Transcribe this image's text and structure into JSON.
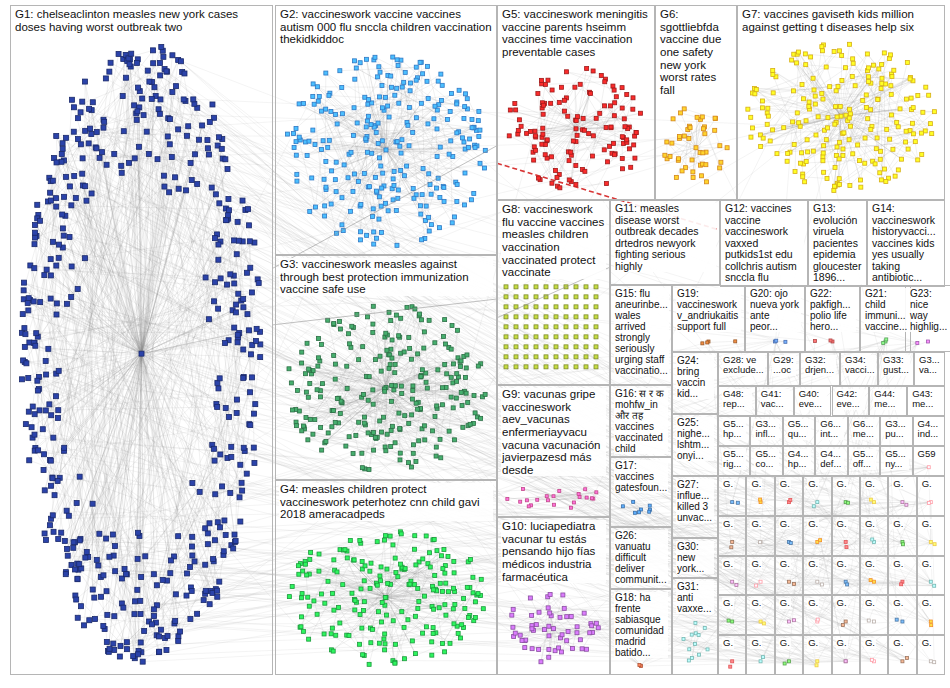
{
  "diagram": {
    "nodes": [
      {
        "text": [
          "G1: chelseaclinton measles new york cases doses having worst outbreak two"
        ]
      },
      {
        "text": [
          "G2: vaccineswork vaccine vaccines autism 000 flu snccla children vaccination thekidkiddoc"
        ]
      },
      {
        "text": [
          "G5: vaccineswork meningitis vaccine parents hseimm vaccines time vaccination preventable cases"
        ]
      },
      {
        "text": [
          "G6: sgottliebfda vaccine due one safety new york worst rates fall"
        ]
      },
      {
        "text": [
          "G7: vaccines gaviseth kids million against getting t diseases help six"
        ]
      },
      {
        "text": [
          "G3: vaccineswork measles against through best protection immunization vaccine safe use"
        ]
      },
      {
        "text": [
          "G8: vaccineswork flu vaccine vaccines measles children vaccination vaccinated protect vaccinate"
        ]
      },
      {
        "text": [
          "G11: measles disease worst outbreak decades drtedros newyork fighting serious highly"
        ]
      },
      {
        "text": [
          "G12: vaccines vaccine vaccineswork vaxxed putkids1st edu collchris autism snccla flu"
        ]
      },
      {
        "text": [
          "G13: evolución viruela pacientes epidemia gloucester 1896..."
        ]
      },
      {
        "text": [
          "G14: vaccineswork historyvacci... vaccines kids yes usually taking antibiotic..."
        ]
      },
      {
        "text": [
          "G15: flu aneurinbe... wales arrived strongly seriously urging staff vaccinatio..."
        ]
      },
      {
        "text": [
          "G19: vaccineswork v_andriukaitis support full"
        ]
      },
      {
        "text": [
          "G20: ojo nueva york ante peor..."
        ]
      },
      {
        "text": [
          "G22: pakfigh... polio life hero..."
        ]
      },
      {
        "text": [
          "G21: child immuni... vaccine..."
        ]
      },
      {
        "text": [
          "G23: nice way highlig..."
        ]
      },
      {
        "text": [
          "G24: bring vaccin kid..."
        ]
      },
      {
        "text": [
          "G28: ve exclude..."
        ]
      },
      {
        "text": [
          "G29: ...oc"
        ]
      },
      {
        "text": [
          "G32: drjen..."
        ]
      },
      {
        "text": [
          "G34: vacci..."
        ]
      },
      {
        "text": [
          "G33: gust..."
        ]
      },
      {
        "text": [
          "G3... va..."
        ]
      },
      {
        "text": [
          "G48: rep..."
        ]
      },
      {
        "text": [
          "G41: vac..."
        ]
      },
      {
        "text": [
          "G40: eve..."
        ]
      },
      {
        "text": [
          "G42: eve..."
        ]
      },
      {
        "text": [
          "G44: me..."
        ]
      },
      {
        "text": [
          "G43: me..."
        ]
      },
      {
        "text": [
          "G4: measles children protect vaccineswork peterhotez cnn child gavi 2018 ameracadpeds"
        ]
      },
      {
        "text": [
          "G9: vacunas gripe vaccineswork aev_vacunas enfermeriayvacu vacuna vacunación javierpazesd más desde"
        ]
      },
      {
        "text": [
          "G16: स र क mohfw_in और तह vaccines vaccinated child"
        ]
      },
      {
        "text": [
          "G25: nighe... lshtm... onyi..."
        ]
      },
      {
        "text": [
          "G5... hp..."
        ]
      },
      {
        "text": [
          "G3... infl..."
        ]
      },
      {
        "text": [
          "G5... qu..."
        ]
      },
      {
        "text": [
          "G6... int..."
        ]
      },
      {
        "text": [
          "G6... me..."
        ]
      },
      {
        "text": [
          "G3... pu..."
        ]
      },
      {
        "text": [
          "G4... ind..."
        ]
      },
      {
        "text": [
          "G5... rig..."
        ]
      },
      {
        "text": [
          "G5... co..."
        ]
      },
      {
        "text": [
          "G4... hp..."
        ]
      },
      {
        "text": [
          "G4... def..."
        ]
      },
      {
        "text": [
          "G5... off..."
        ]
      },
      {
        "text": [
          "G5... ny..."
        ]
      },
      {
        "text": [
          "G59"
        ]
      },
      {
        "text": [
          "G17: vaccines gatesfoun..."
        ]
      },
      {
        "text": [
          "G27: influe... killed 3 unvac..."
        ]
      },
      {
        "text": [
          "G."
        ]
      },
      {
        "text": [
          "G."
        ]
      },
      {
        "text": [
          "G."
        ]
      },
      {
        "text": [
          "G."
        ]
      },
      {
        "text": [
          "G."
        ]
      },
      {
        "text": [
          "G."
        ]
      },
      {
        "text": [
          "G."
        ]
      },
      {
        "text": [
          "G."
        ]
      },
      {
        "text": [
          "G."
        ]
      },
      {
        "text": [
          "G."
        ]
      },
      {
        "text": [
          "G."
        ]
      },
      {
        "text": [
          "G."
        ]
      },
      {
        "text": [
          "G."
        ]
      },
      {
        "text": [
          "G."
        ]
      },
      {
        "text": [
          "G."
        ]
      },
      {
        "text": [
          "G."
        ]
      },
      {
        "text": [
          "G."
        ]
      },
      {
        "text": [
          "G."
        ]
      },
      {
        "text": [
          "G."
        ]
      },
      {
        "text": [
          "G."
        ]
      },
      {
        "text": [
          "G."
        ]
      },
      {
        "text": [
          "G."
        ]
      },
      {
        "text": [
          "G."
        ]
      },
      {
        "text": [
          "G."
        ]
      },
      {
        "text": [
          "G."
        ]
      },
      {
        "text": [
          "G."
        ]
      },
      {
        "text": [
          "G."
        ]
      },
      {
        "text": [
          "G."
        ]
      },
      {
        "text": [
          "G."
        ]
      },
      {
        "text": [
          "G."
        ]
      },
      {
        "text": [
          "G."
        ]
      },
      {
        "text": [
          "G."
        ]
      },
      {
        "text": [
          "G."
        ]
      },
      {
        "text": [
          "G."
        ]
      },
      {
        "text": [
          "G."
        ]
      },
      {
        "text": [
          "G."
        ]
      },
      {
        "text": [
          "G."
        ]
      },
      {
        "text": [
          "G."
        ]
      },
      {
        "text": [
          "G."
        ]
      },
      {
        "text": [
          "G."
        ]
      },
      {
        "text": [
          "G10: luciapediatra vacunar tu estás pensando hijo fías médicos industria farmacéutica"
        ]
      },
      {
        "text": [
          "G26: vanuatu difficult deliver communit..."
        ]
      },
      {
        "text": [
          "G30: new york..."
        ]
      },
      {
        "text": [
          "G31: anti vaxxe..."
        ]
      },
      {
        "text": [
          "G18: ha frente sabiasque comunidad madrid batido..."
        ]
      }
    ],
    "edges": [
      {
        "from": 1,
        "to": 8,
        "arrow": "none"
      },
      {
        "from": 0,
        "to": 2,
        "arrow": "none"
      },
      {
        "from": 0,
        "to": 6,
        "arrow": "none"
      },
      {
        "from": 5,
        "to": 7,
        "arrow": "none"
      }
    ]
  }
}
